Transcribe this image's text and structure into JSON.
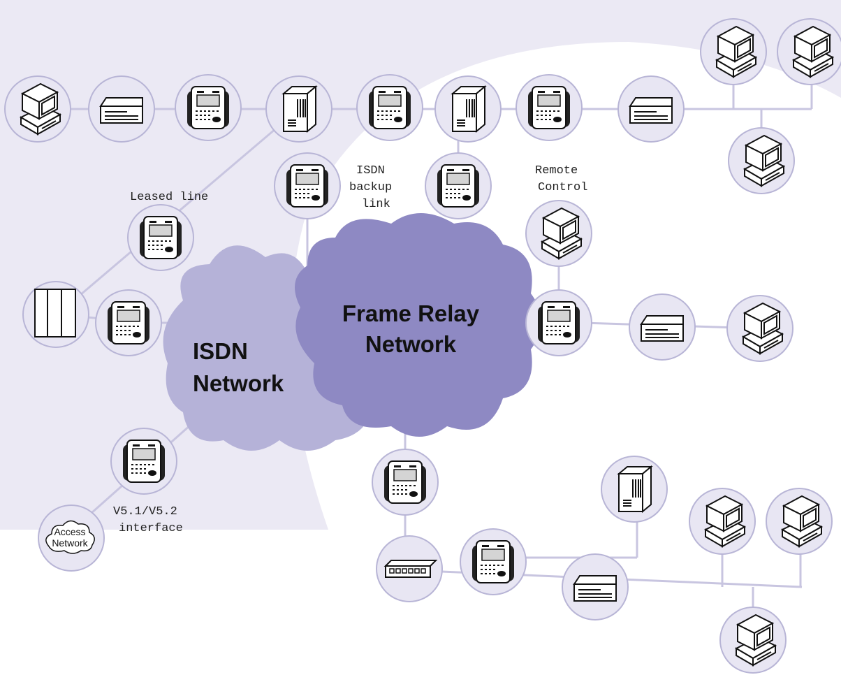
{
  "labels": {
    "leased_line": "Leased line",
    "isdn_backup_1": "ISDN",
    "isdn_backup_2": "backup",
    "isdn_backup_3": "link",
    "remote_1": "Remote",
    "remote_2": "Control",
    "v5_1": "V5.1/V5.2",
    "v5_2": "interface"
  },
  "clouds": {
    "isdn_1": "ISDN",
    "isdn_2": "Network",
    "frame_1": "Frame Relay",
    "frame_2": "Network",
    "access_1": "Access",
    "access_2": "Network"
  },
  "colors": {
    "background_region": "#ebe9f4",
    "isdn_cloud": "#b5b2d8",
    "frame_cloud": "#8e89c3",
    "node_fill": "#e8e6f3",
    "link": "#c8c5e0"
  },
  "icons": {
    "pc": "desktop-computer-icon",
    "modem": "modem-icon",
    "tester": "network-tester-icon",
    "server": "server-tower-icon",
    "cabinet": "cabinet-icon",
    "hub": "hub-icon",
    "access_cloud": "cloud-icon"
  }
}
